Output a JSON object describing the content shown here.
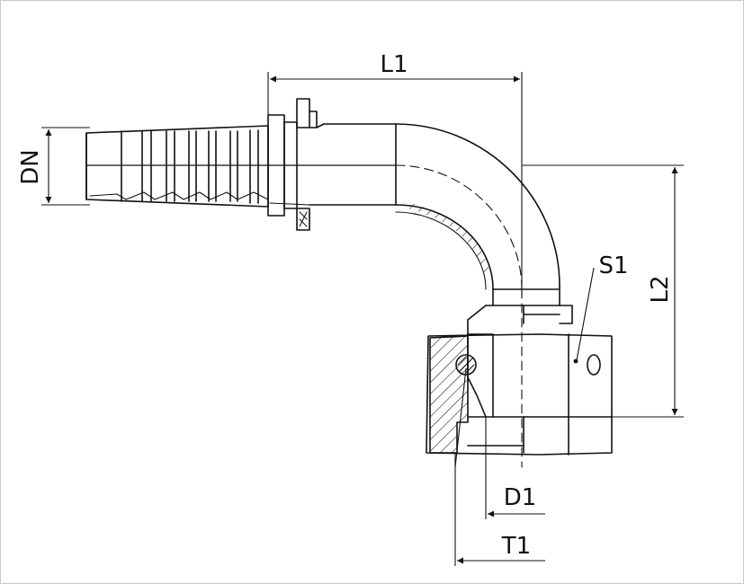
{
  "labels": {
    "l1": "L1",
    "l2": "L2",
    "dn": "DN",
    "s1": "S1",
    "d1": "D1",
    "t1": "T1"
  },
  "colors": {
    "line": "#111111",
    "frame": "#c9c9c9",
    "background": "#ffffff"
  }
}
